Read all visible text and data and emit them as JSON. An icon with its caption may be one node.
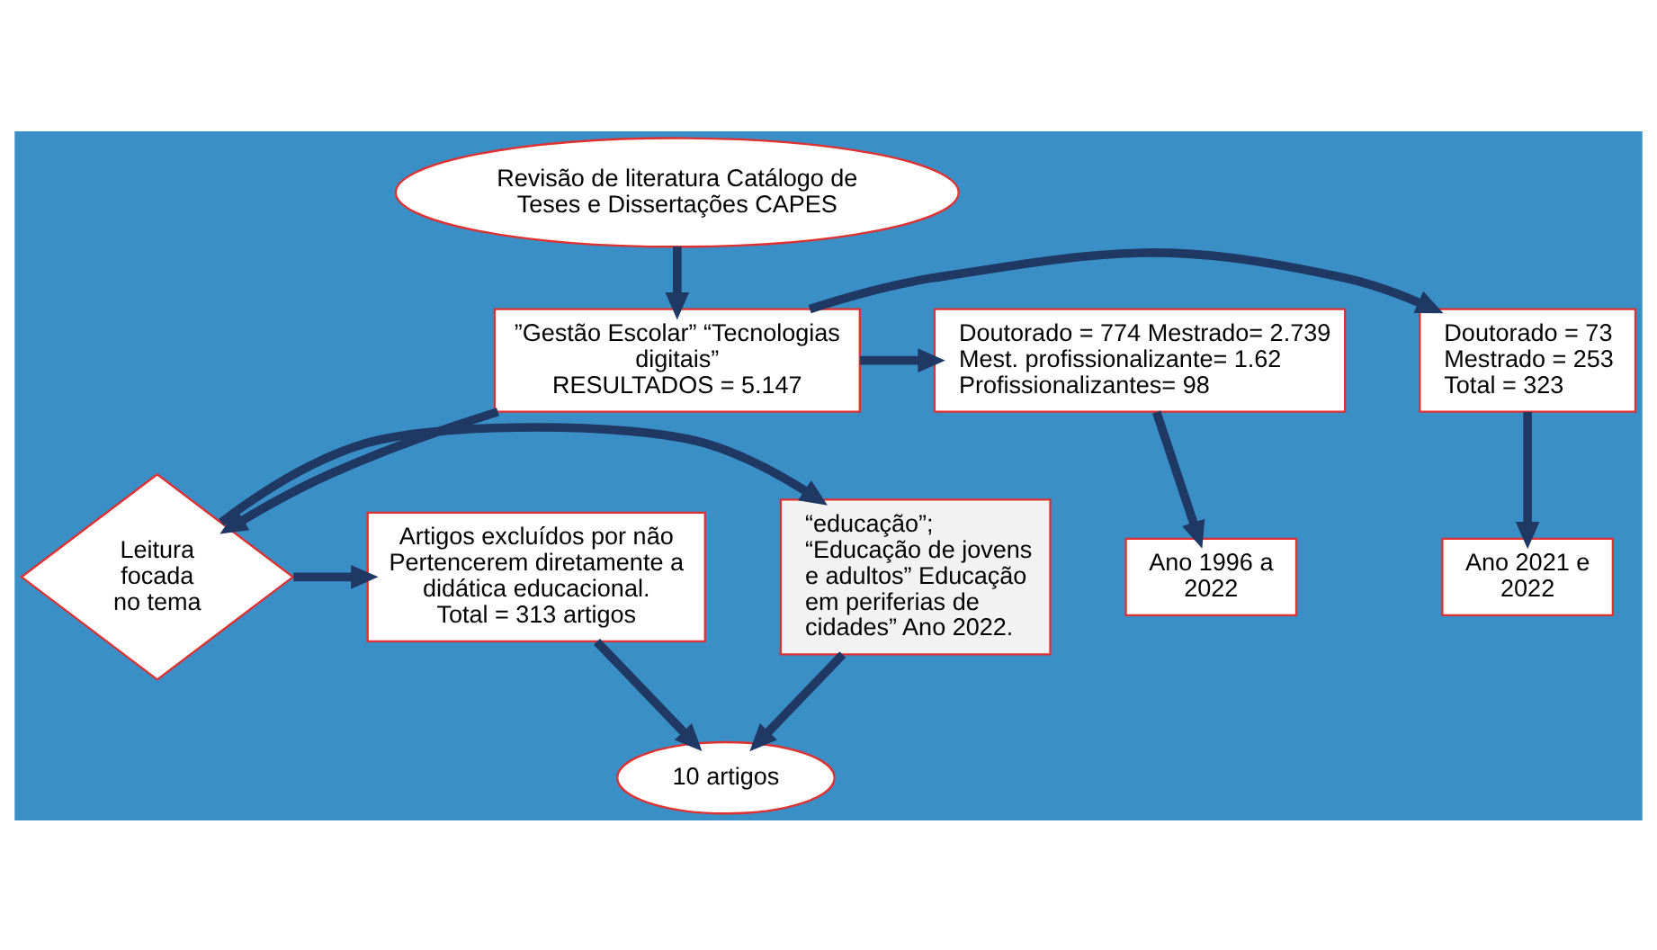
{
  "diagram": {
    "nodes": [
      {
        "text": [
          "Revisão de literatura Catálogo de Teses e Dissertações CAPES"
        ]
      },
      {
        "text": [
          "”Gestão Escolar” “Tecnologias digitais”",
          "RESULTADOS = 5.147"
        ]
      },
      {
        "text": [
          "Doutorado = 73 Mestrado = 253 Total = 323"
        ]
      },
      {
        "text": [
          "Ano 2021 e 2022"
        ]
      },
      {
        "text": [
          "Doutorado = 774 Mestrado= 2.739 Mest. profissionalizante= 1.62 Profissionalizantes= 98"
        ]
      },
      {
        "text": [
          "Ano 1996 a 2022"
        ]
      },
      {
        "text": [
          "Leitura focada no tema"
        ]
      },
      {
        "text": [
          "“educação”; “Educação de jovens e adultos” Educação em periferias de cidades” Ano 2022."
        ]
      },
      {
        "text": [
          "Artigos excluídos por não Pertencerem diretamente a didática educacional. Total = 313 artigos"
        ]
      },
      {
        "text": [
          "10 artigos"
        ]
      }
    ],
    "edges": [
      {
        "from": 0,
        "to": 1,
        "arrow": "to"
      },
      {
        "from": 1,
        "to": 2,
        "arrow": "to"
      },
      {
        "from": 2,
        "to": 3,
        "arrow": "to"
      },
      {
        "from": 1,
        "to": 4,
        "arrow": "to"
      },
      {
        "from": 4,
        "to": 5,
        "arrow": "to"
      },
      {
        "from": 1,
        "to": 6,
        "arrow": "to"
      },
      {
        "from": 6,
        "to": 7,
        "arrow": "to"
      },
      {
        "from": 6,
        "to": 8,
        "arrow": "to"
      },
      {
        "from": 7,
        "to": 9,
        "arrow": "to"
      },
      {
        "from": 8,
        "to": 9,
        "arrow": "to"
      }
    ]
  }
}
